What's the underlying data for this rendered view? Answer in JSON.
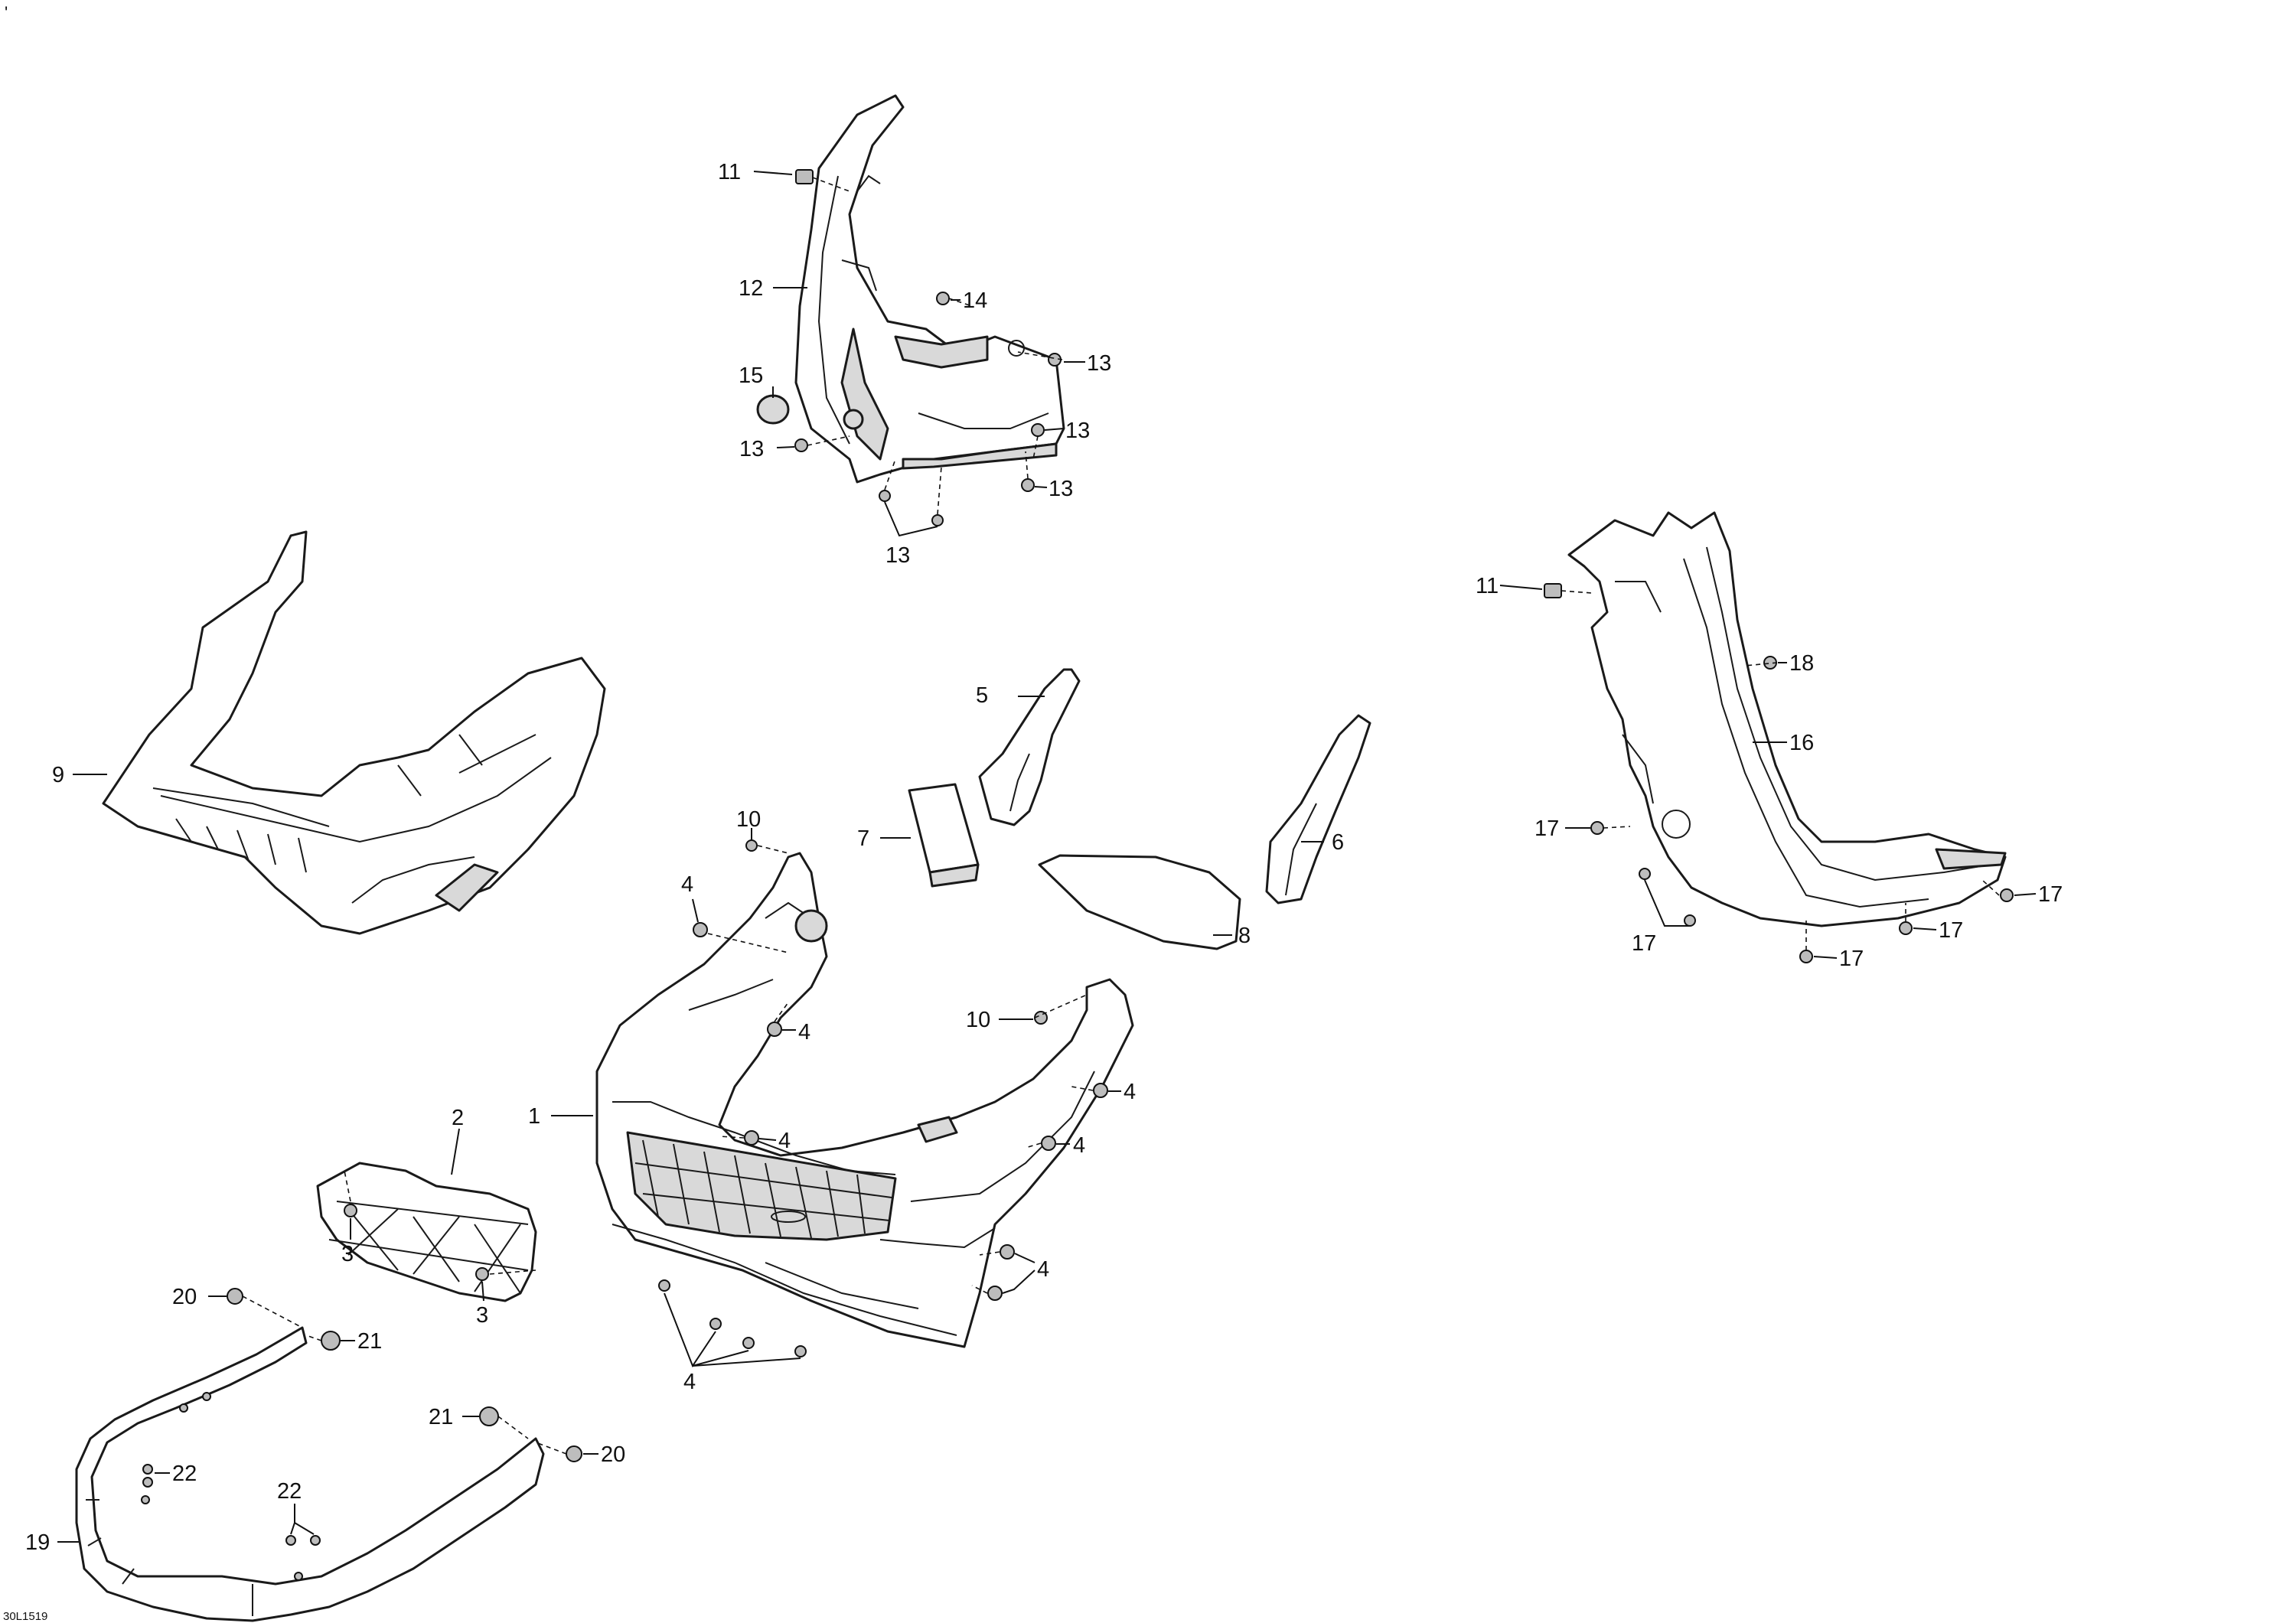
{
  "drawing_code": "30L1519",
  "corner_mark": "'",
  "callouts": {
    "c1": "1",
    "c2": "2",
    "c3a": "3",
    "c3b": "3",
    "c4a": "4",
    "c4b": "4",
    "c4c": "4",
    "c4d": "4",
    "c4e": "4",
    "c4f": "4",
    "c4g": "4",
    "c5": "5",
    "c6": "6",
    "c7": "7",
    "c8": "8",
    "c9": "9",
    "c10a": "10",
    "c10b": "10",
    "c11a": "11",
    "c11b": "11",
    "c12": "12",
    "c13a": "13",
    "c13b": "13",
    "c13c": "13",
    "c13d": "13",
    "c13e": "13",
    "c14": "14",
    "c15": "15",
    "c16": "16",
    "c17a": "17",
    "c17b": "17",
    "c17c": "17",
    "c17d": "17",
    "c17e": "17",
    "c18": "18",
    "c19": "19",
    "c20a": "20",
    "c20b": "20",
    "c21a": "21",
    "c21b": "21",
    "c22a": "22",
    "c22b": "22"
  }
}
